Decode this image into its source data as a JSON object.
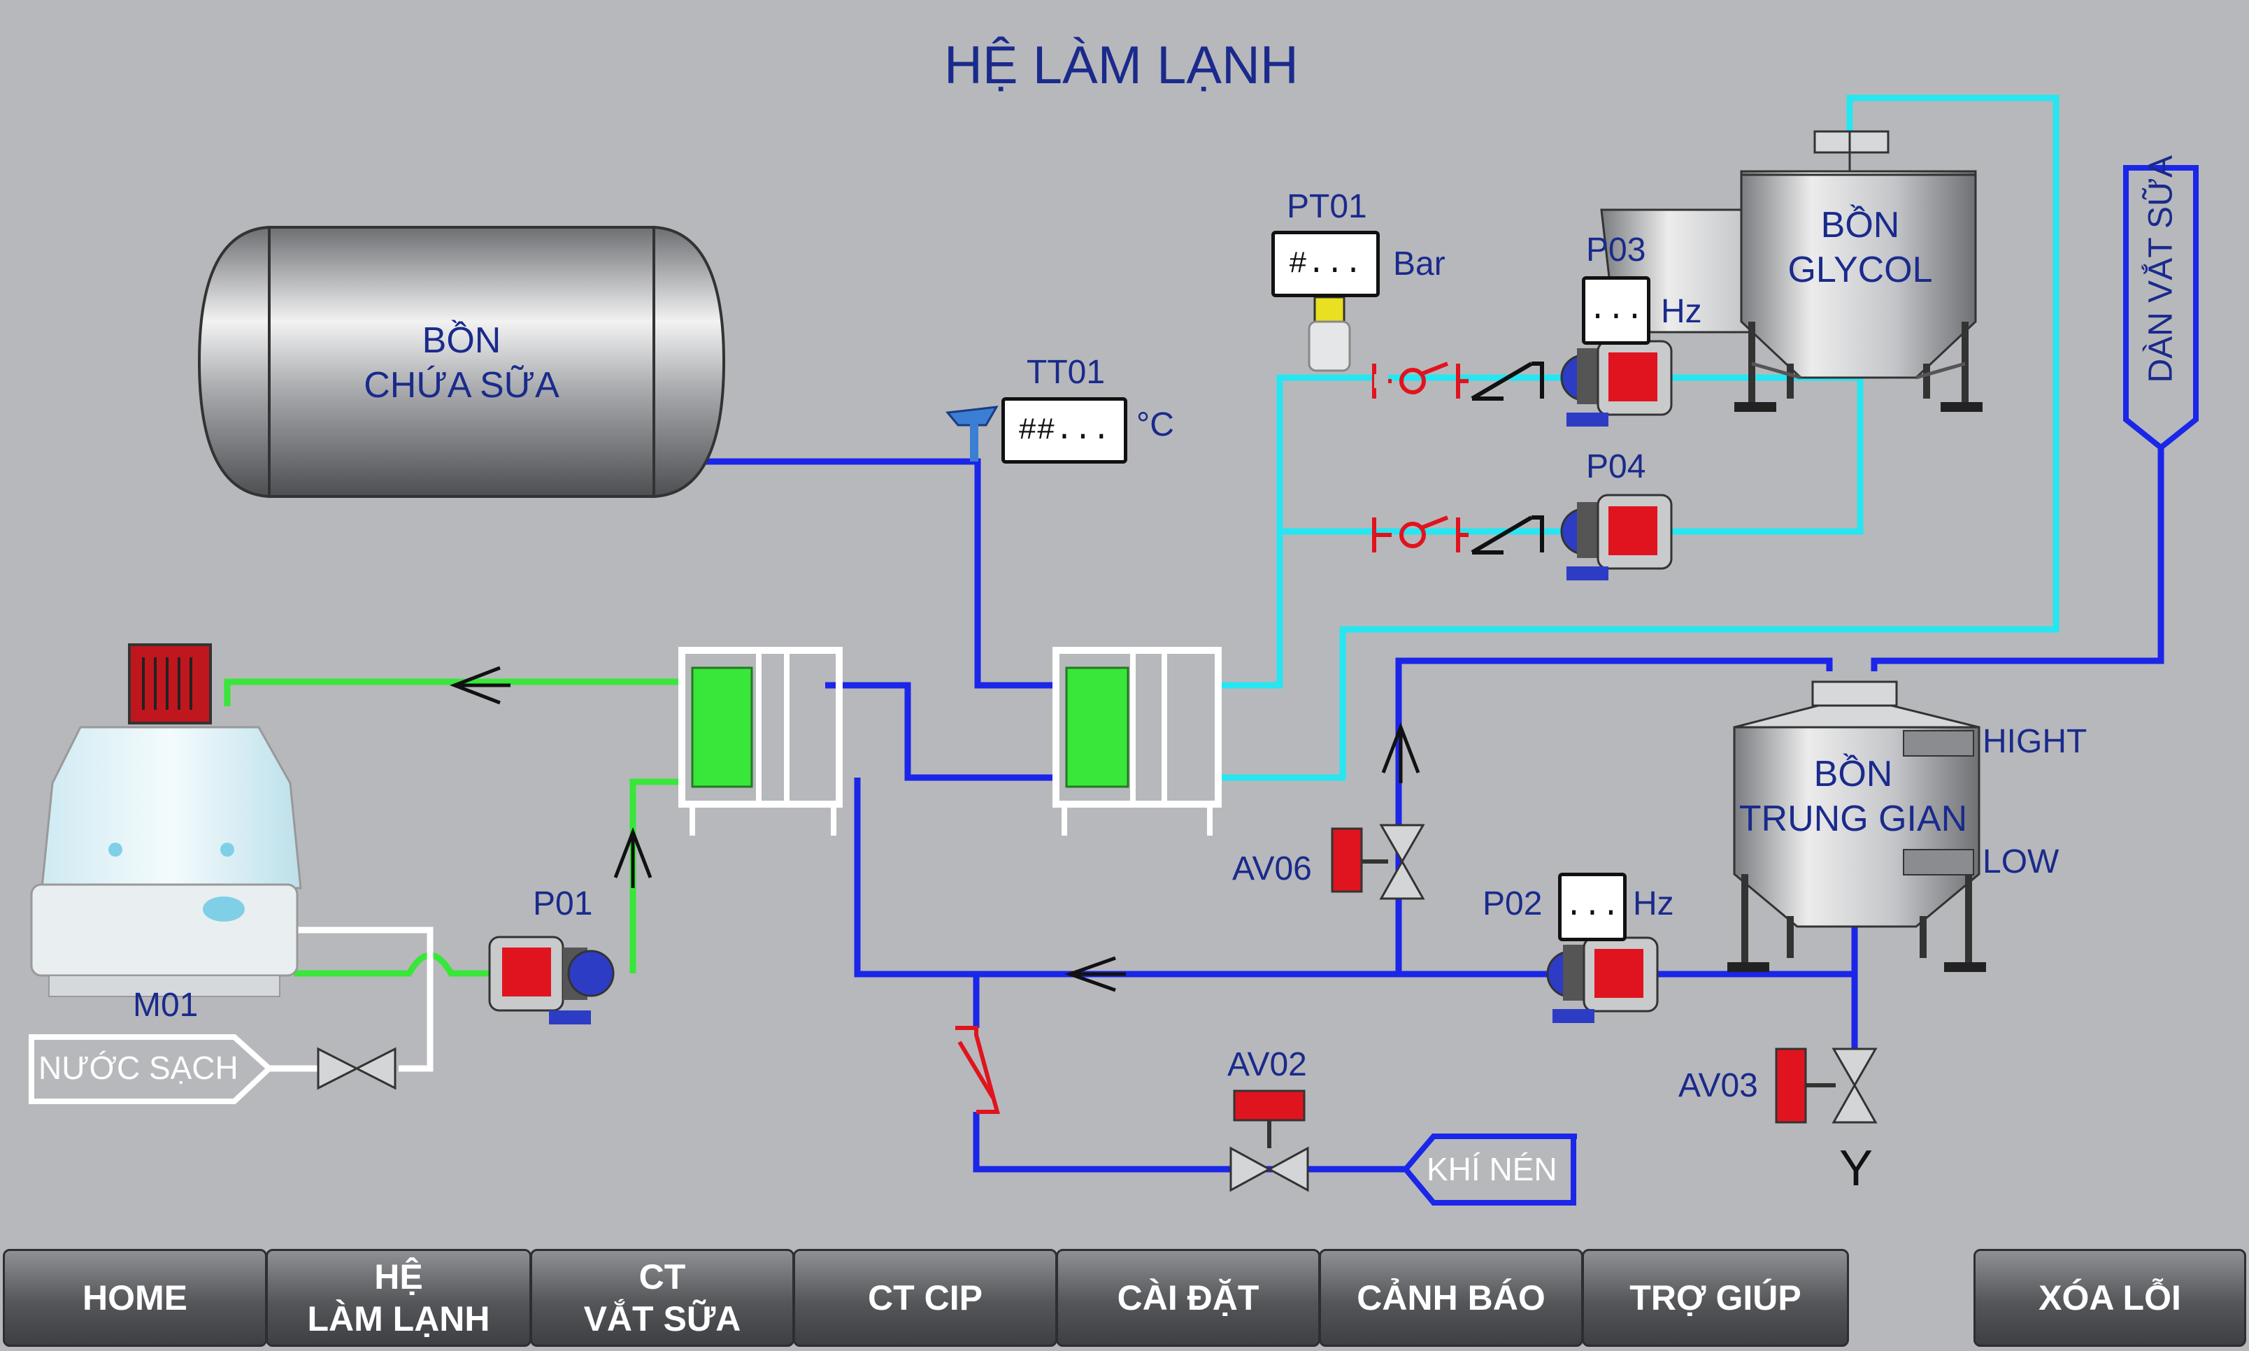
{
  "screen_title": "HỆ LÀM LẠNH",
  "tanks": {
    "milk": {
      "line1": "BỒN",
      "line2": "CHỨA SỮA"
    },
    "glycol": {
      "line1": "BỒN",
      "line2": "GLYCOL"
    },
    "buffer": {
      "line1": "BỒN",
      "line2": "TRUNG GIAN"
    },
    "level_high": "HIGHT",
    "level_low": "LOW"
  },
  "instruments": {
    "pt01": {
      "tag": "PT01",
      "value": "#...",
      "unit": "Bar"
    },
    "tt01": {
      "tag": "TT01",
      "value": "##...",
      "unit": "°C"
    },
    "p03": {
      "tag": "P03",
      "value": "...",
      "unit": "Hz"
    },
    "p04": {
      "tag": "P04"
    },
    "p02": {
      "tag": "P02",
      "value": "...",
      "unit": "Hz"
    },
    "p01": {
      "tag": "P01"
    },
    "m01": {
      "tag": "M01"
    }
  },
  "valves": {
    "av06": "AV06",
    "av02": "AV02",
    "av03": "AV03"
  },
  "pointers": {
    "clean_water": "NƯỚC SẠCH",
    "compressed_air": "KHÍ NÉN",
    "milking": "DÀN VẮT SỮA",
    "drain": "Y"
  },
  "colors": {
    "background": "#b7b8bb",
    "label_text": "#1a2a8c",
    "pipe_product": "#1a26e8",
    "pipe_glycol": "#26e6f2",
    "pipe_water": "#39e63a",
    "actuator_red": "#e0141e"
  },
  "nav": {
    "home": "HOME",
    "cooling_line1": "HỆ",
    "cooling_line2": "LÀM LẠNH",
    "milking_line1": "CT",
    "milking_line2": "VẮT SỮA",
    "cip": "CT CIP",
    "settings": "CÀI ĐẶT",
    "alarms": "CẢNH BÁO",
    "help": "TRỢ GIÚP",
    "reset": "XÓA LỖI"
  }
}
